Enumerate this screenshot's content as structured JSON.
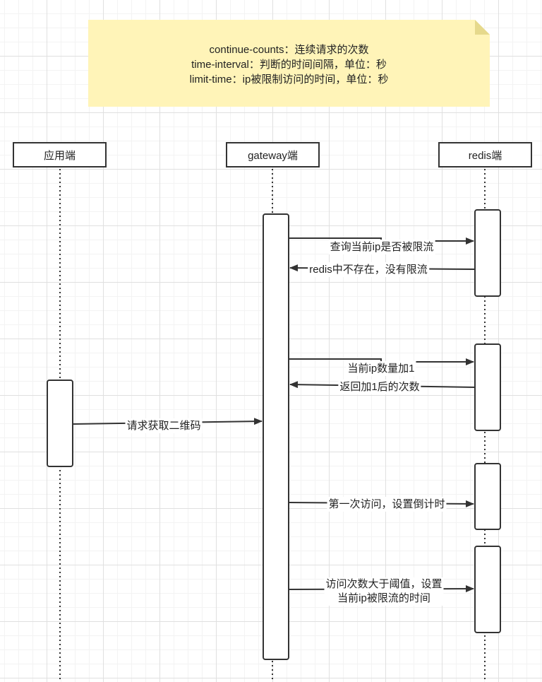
{
  "note": {
    "lines": [
      "continue-counts：连续请求的次数",
      "time-interval：判断的时间间隔，单位：秒",
      "limit-time：ip被限制访问的时间，单位：秒"
    ]
  },
  "actors": {
    "app": "应用端",
    "gateway": "gateway端",
    "redis": "redis端"
  },
  "messages": {
    "query_limited": "查询当前ip是否被限流",
    "redis_not_exist": "redis中不存在，没有限流",
    "ip_count_inc": "当前ip数量加1",
    "return_count": "返回加1后的次数",
    "request_qrcode": "请求获取二维码",
    "first_visit": "第一次访问，设置倒计时",
    "over_threshold_line1": "访问次数大于阈值，设置",
    "over_threshold_line2": "当前ip被限流的时间"
  },
  "colors": {
    "line": "#333333",
    "note_bg": "#fff4b8",
    "note_fold": "#e6d98c"
  }
}
